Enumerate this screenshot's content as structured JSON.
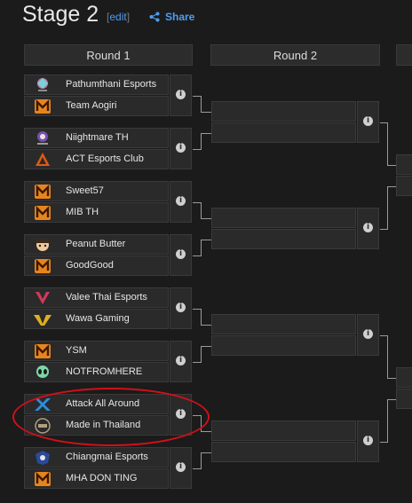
{
  "header": {
    "title": "Stage 2",
    "edit_bracket_open": "[",
    "edit_label": "edit",
    "edit_bracket_close": "]",
    "share_label": "Share"
  },
  "rounds": [
    {
      "label": "Round 1"
    },
    {
      "label": "Round 2"
    }
  ],
  "matches": [
    {
      "top": {
        "name": "Pathumthani Esports",
        "logo": "pathumthani-logo"
      },
      "bottom": {
        "name": "Team Aogiri",
        "logo": "m-logo"
      }
    },
    {
      "top": {
        "name": "Niightmare TH",
        "logo": "niightmare-logo"
      },
      "bottom": {
        "name": "ACT Esports Club",
        "logo": "act-logo"
      }
    },
    {
      "top": {
        "name": "Sweet57",
        "logo": "m-logo"
      },
      "bottom": {
        "name": "MIB TH",
        "logo": "m-logo"
      }
    },
    {
      "top": {
        "name": "Peanut Butter",
        "logo": "peanut-logo"
      },
      "bottom": {
        "name": "GoodGood",
        "logo": "m-logo"
      }
    },
    {
      "top": {
        "name": "Valee Thai Esports",
        "logo": "valee-logo"
      },
      "bottom": {
        "name": "Wawa Gaming",
        "logo": "wawa-logo"
      }
    },
    {
      "top": {
        "name": "YSM",
        "logo": "m-logo"
      },
      "bottom": {
        "name": "NOTFROMHERE",
        "logo": "alien-logo"
      }
    },
    {
      "top": {
        "name": "Attack All Around",
        "logo": "x-logo"
      },
      "bottom": {
        "name": "Made in Thailand",
        "logo": "mit-logo"
      }
    },
    {
      "top": {
        "name": "Chiangmai Esports",
        "logo": "chiangmai-logo"
      },
      "bottom": {
        "name": "MHA DON TING",
        "logo": "m-logo"
      }
    }
  ],
  "info_icon_glyph": "i",
  "annotation": {
    "color": "#d0101a",
    "target": "Attack All Around vs Made in Thailand"
  }
}
